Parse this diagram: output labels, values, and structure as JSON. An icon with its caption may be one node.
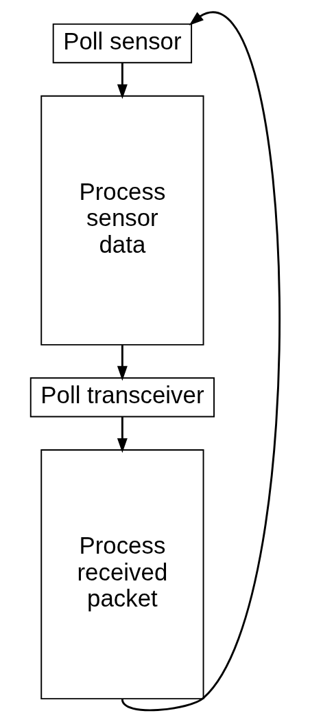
{
  "diagram": {
    "nodes": [
      {
        "text": [
          "Poll sensor"
        ]
      },
      {
        "text": [
          "Process sensor data"
        ]
      },
      {
        "text": [
          "Poll transceiver"
        ]
      },
      {
        "text": [
          "Process received packet"
        ]
      }
    ],
    "edges": [
      {
        "from": 0,
        "to": 1,
        "arrow": "to"
      },
      {
        "from": 1,
        "to": 2,
        "arrow": "to"
      },
      {
        "from": 2,
        "to": 3,
        "arrow": "to"
      },
      {
        "from": 3,
        "to": 0,
        "arrow": "to"
      }
    ]
  }
}
